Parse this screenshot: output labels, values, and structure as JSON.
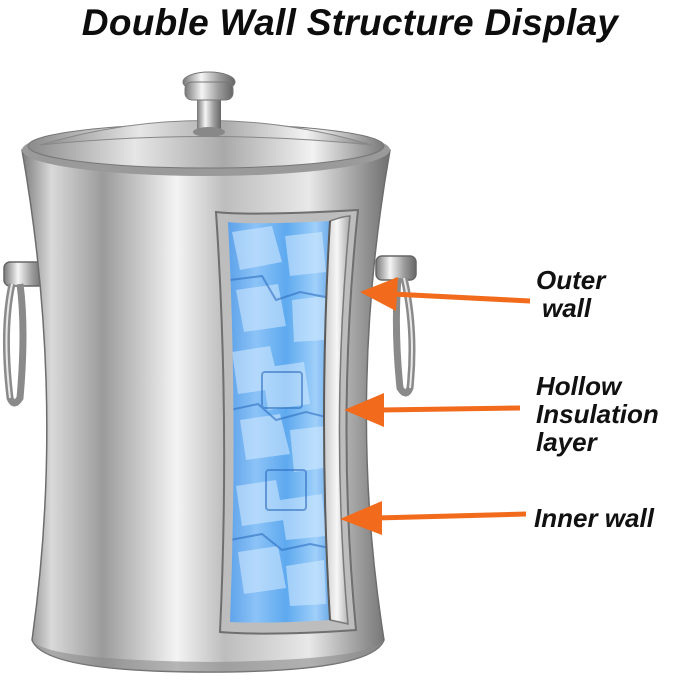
{
  "title": "Double Wall Structure Display",
  "labels": {
    "outer_wall": [
      "Outer",
      "wall"
    ],
    "hollow_layer": [
      "Hollow",
      "Insulation",
      "layer"
    ],
    "inner_wall": [
      "Inner wall"
    ]
  },
  "colors": {
    "arrow": "#f26b1d",
    "ice": "#5aa8ee",
    "steel": "#b8b8b8"
  }
}
